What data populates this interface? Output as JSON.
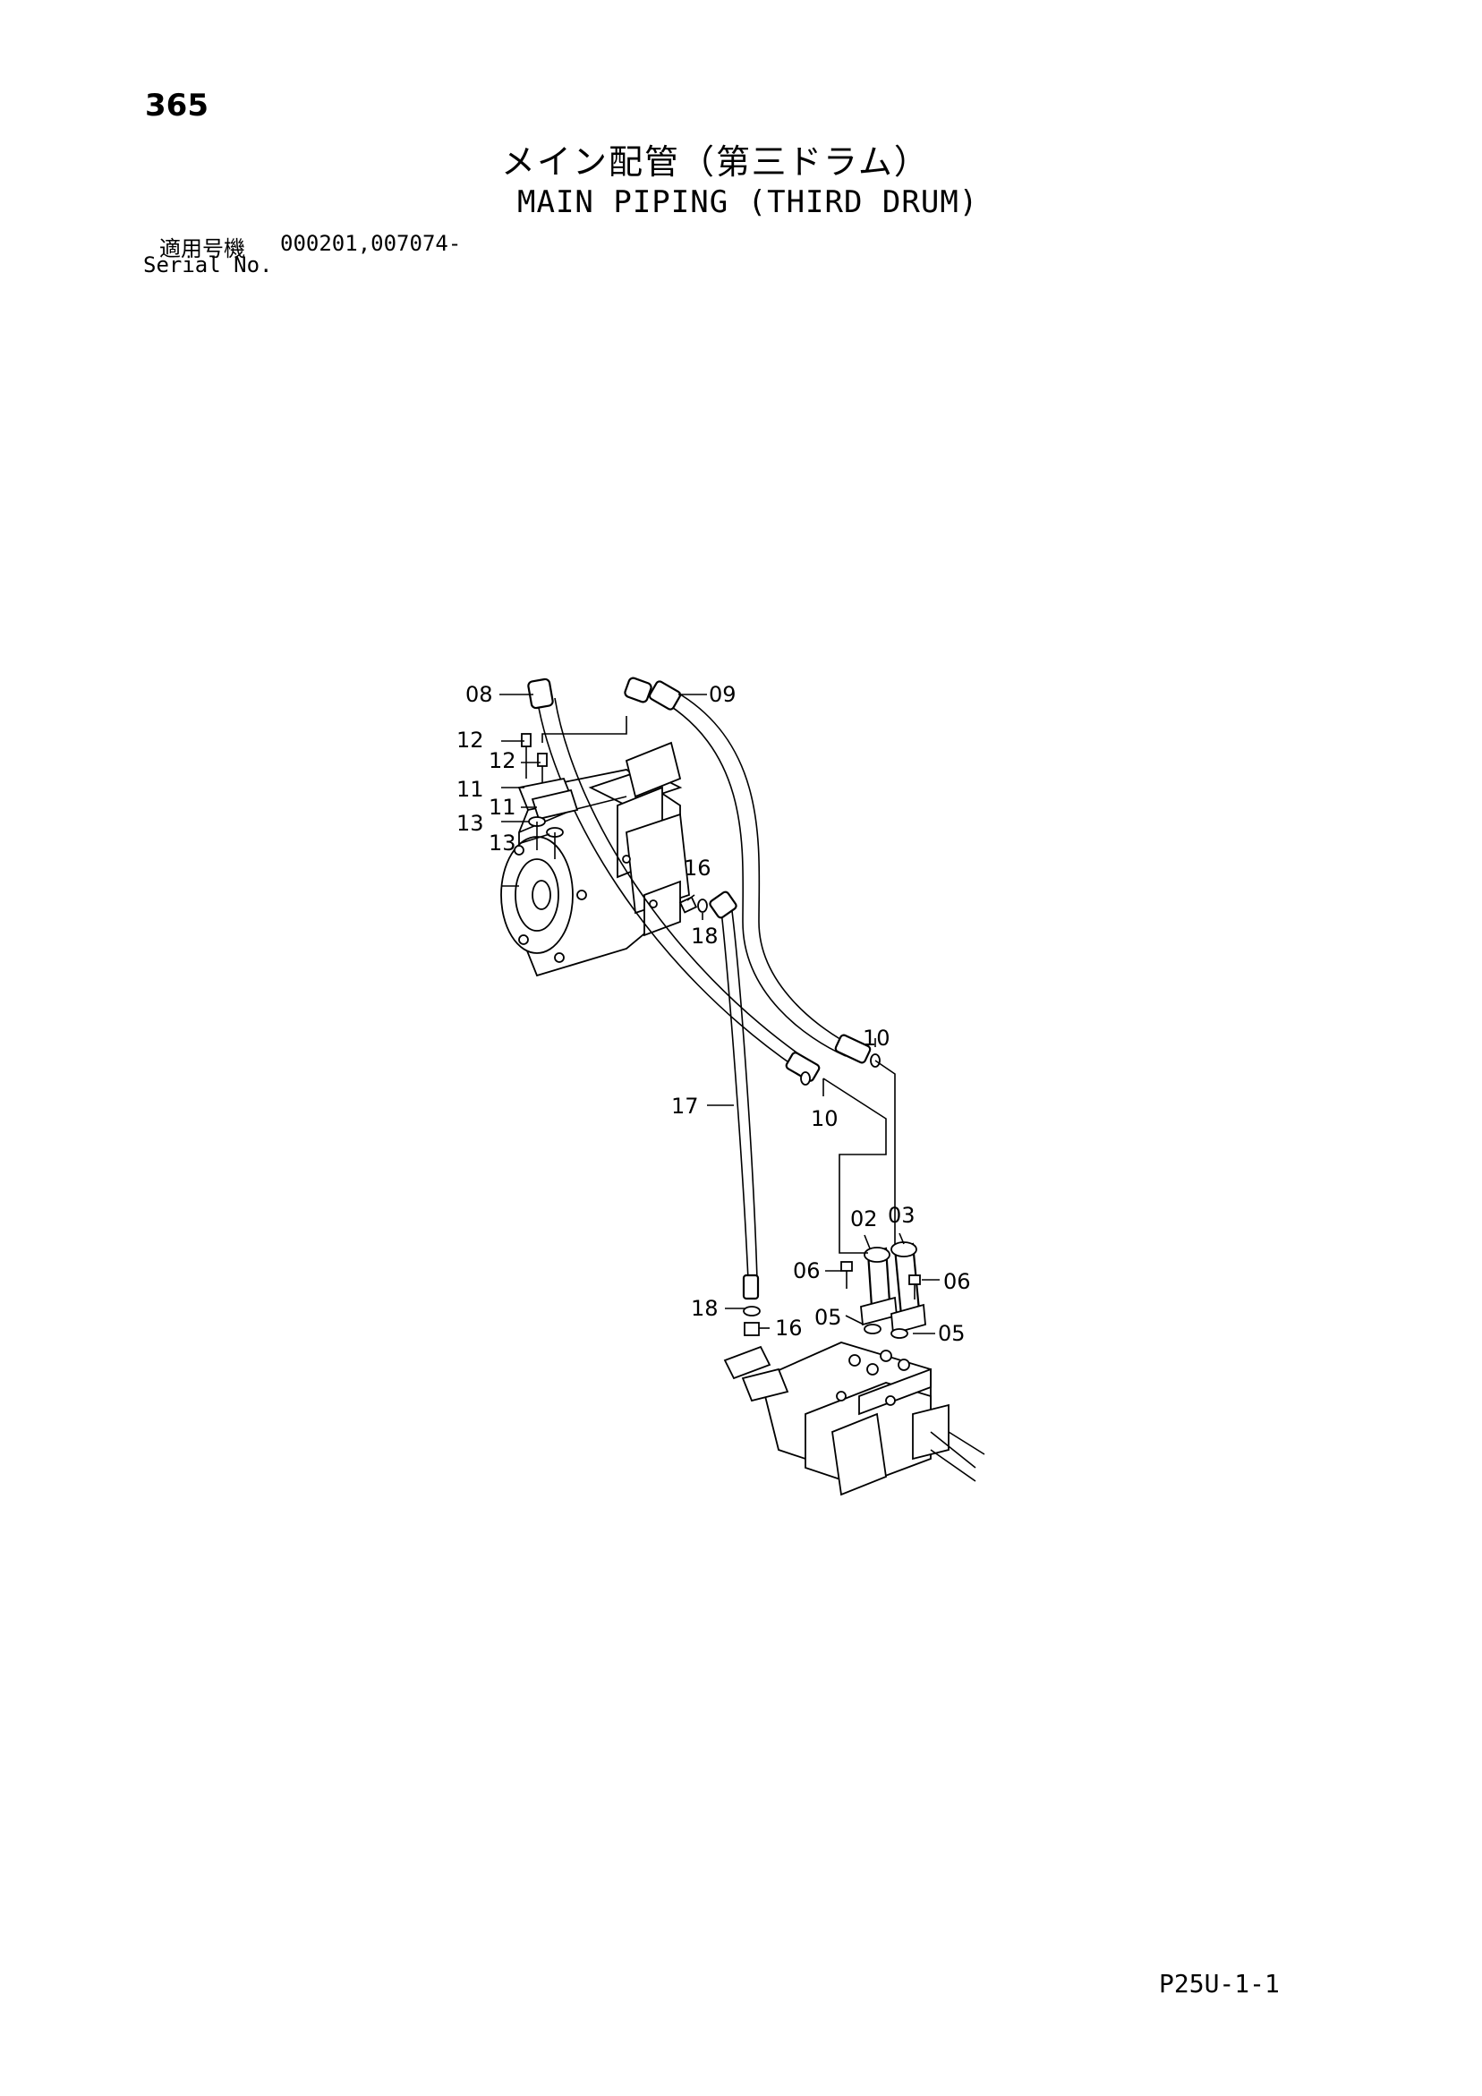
{
  "page_number": "365",
  "title_jp": "メイン配管（第三ドラム）",
  "title_en": "MAIN PIPING (THIRD DRUM)",
  "serial": {
    "label_jp": "適用号機",
    "value": "000201,007074-",
    "label_en": "Serial No."
  },
  "footer_code": "P25U-1-1",
  "callouts": {
    "c08": "08",
    "c09": "09",
    "c12a": "12",
    "c12b": "12",
    "c11a": "11",
    "c11b": "11",
    "c13a": "13",
    "c13b": "13",
    "c16a": "16",
    "c18a": "18",
    "c10a": "10",
    "c10b": "10",
    "c17": "17",
    "c02": "02",
    "c03": "03",
    "c06a": "06",
    "c06b": "06",
    "c18b": "18",
    "c16b": "16",
    "c05a": "05",
    "c05b": "05"
  }
}
